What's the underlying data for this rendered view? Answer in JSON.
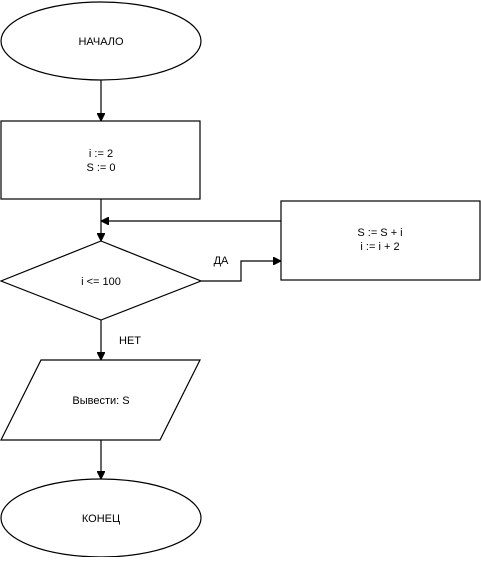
{
  "nodes": {
    "start": {
      "text": "НАЧАЛО"
    },
    "init": {
      "line1": "i := 2",
      "line2": "S := 0"
    },
    "condition": {
      "text": "i <= 100"
    },
    "loop_body": {
      "line1": "S := S + i",
      "line2": "i := i + 2"
    },
    "output": {
      "text": "Вывести: S"
    },
    "end": {
      "text": "КОНЕЦ"
    }
  },
  "edges": {
    "yes_label": "ДА",
    "no_label": "НЕТ"
  }
}
